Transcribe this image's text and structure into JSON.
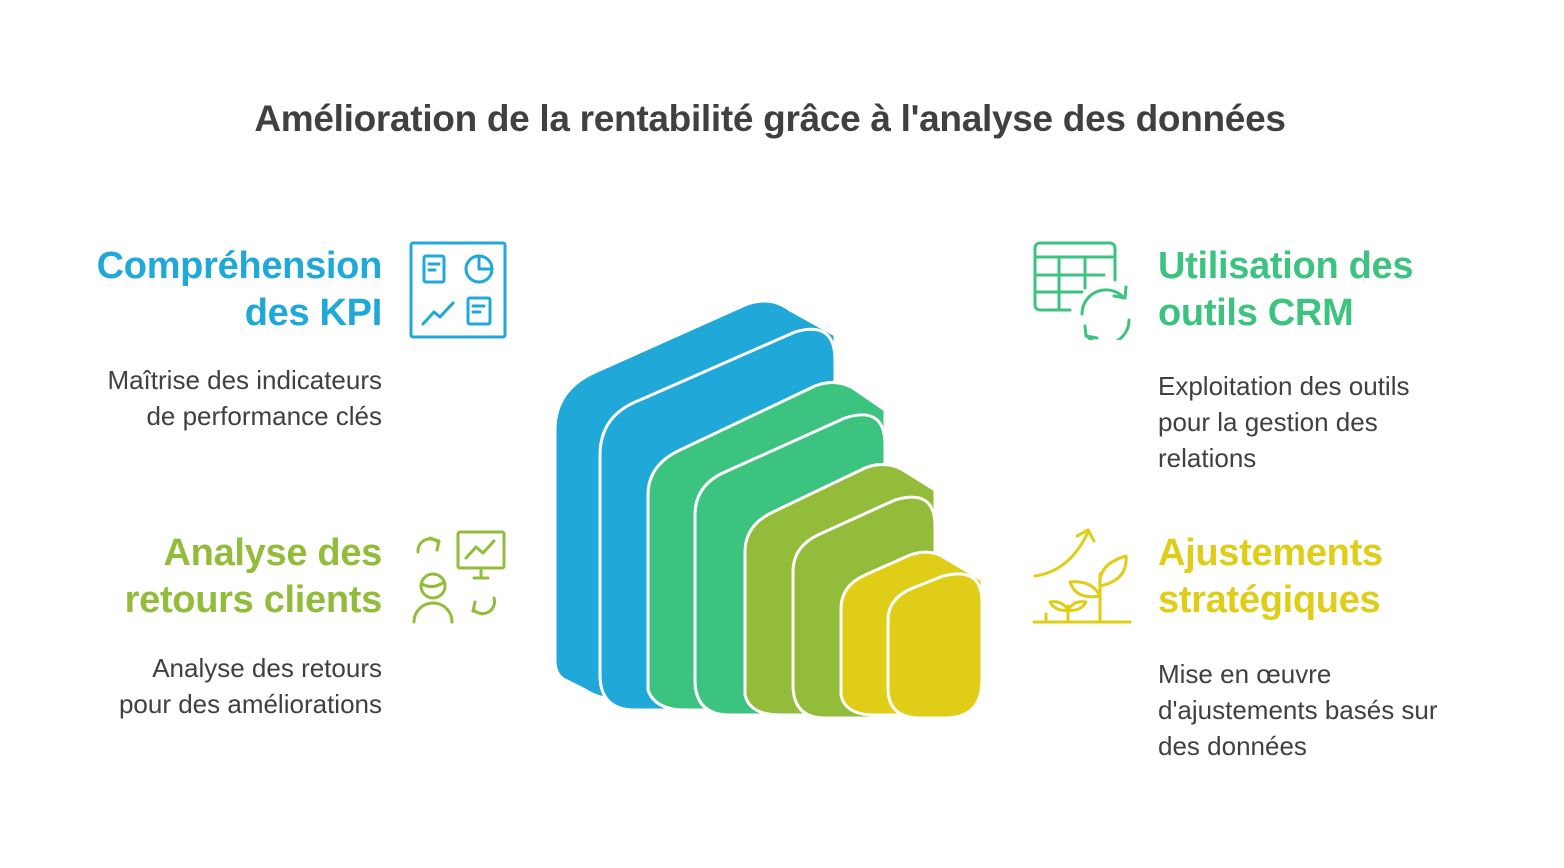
{
  "title": "Amélioration de la rentabilité grâce à l'analyse des données",
  "colors": {
    "blue": "#1fa8d8",
    "teal": "#3cc37f",
    "lime": "#93bc3b",
    "yellow": "#dfcd17",
    "text": "#404040"
  },
  "items": [
    {
      "heading_line1": "Compréhension",
      "heading_line2": "des KPI",
      "desc_line1": "Maîtrise des indicateurs",
      "desc_line2": "de performance clés",
      "icon": "dashboard-icon"
    },
    {
      "heading_line1": "Utilisation des",
      "heading_line2": "outils CRM",
      "desc_line1": "Exploitation des outils",
      "desc_line2": "pour la gestion des",
      "desc_line3": "relations",
      "icon": "table-sync-icon"
    },
    {
      "heading_line1": "Analyse des",
      "heading_line2": "retours clients",
      "desc_line1": "Analyse des retours",
      "desc_line2": "pour des améliorations",
      "icon": "feedback-icon"
    },
    {
      "heading_line1": "Ajustements",
      "heading_line2": "stratégiques",
      "desc_line1": "Mise en œuvre",
      "desc_line2": "d'ajustements basés sur",
      "desc_line3": "des données",
      "icon": "growth-plant-icon"
    }
  ]
}
